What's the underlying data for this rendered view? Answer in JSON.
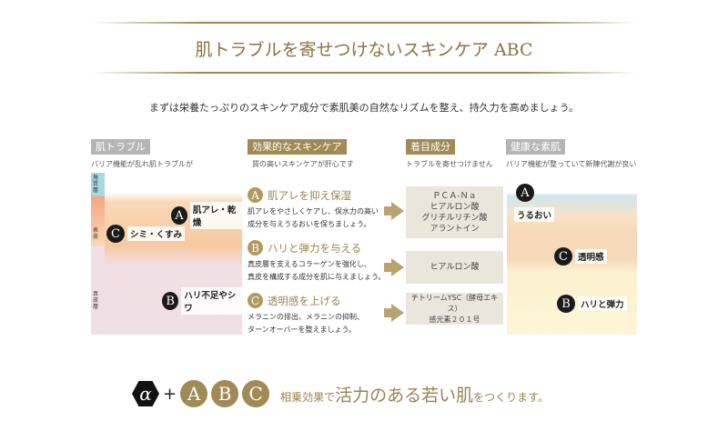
{
  "header": {
    "title": "肌トラブルを寄せつけないスキンケア ABC",
    "subtitle": "まずは栄養たっぷりのスキンケア成分で素肌美の自然なリズムを整え、持久力を高めましょう。"
  },
  "columns": [
    {
      "tag": "肌トラブル",
      "caption": "バリア機能が乱れ肌トラブルが"
    },
    {
      "tag": "効果的なスキンケア",
      "caption": "質の高いスキンケアが肝心です"
    },
    {
      "tag": "着目成分",
      "caption": "トラブルを寄せつけません"
    },
    {
      "tag": "健康な素肌",
      "caption": "バリア機能が整っていて新陳代謝が良い"
    }
  ],
  "trouble": {
    "layers": [
      "角質層",
      "表皮",
      "真皮層"
    ],
    "labels": [
      {
        "letter": "A",
        "text": "肌アレ・乾燥"
      },
      {
        "letter": "C",
        "text": "シミ・くすみ"
      },
      {
        "letter": "B",
        "text": "ハリ不足やシワ"
      }
    ]
  },
  "care": [
    {
      "letter": "A",
      "title": "肌アレを抑え保湿",
      "lines": [
        "肌アレをやさしくケアし、保水力の高い",
        "成分を与えうるおいを保ちましょう。"
      ],
      "ingredients": [
        "ＰＣＡ-Ｎａ",
        "ヒアルロン酸",
        "グリチルリチン酸",
        "アラントイン"
      ]
    },
    {
      "letter": "B",
      "title": "ハリと弾力を与える",
      "lines": [
        "真皮層を支えるコラーゲンを強化し、",
        "真皮を構成する成分を肌に与えましょう。"
      ],
      "ingredients": [
        "ヒアルロン酸"
      ]
    },
    {
      "letter": "C",
      "title": "透明感を上げる",
      "lines": [
        "メラニンの排出、メラニンの抑制、",
        "ターンオーバーを整えましょう。"
      ],
      "ingredients": [
        "チトリームYSC（酵母エキス）",
        "感光素２０１号"
      ]
    }
  ],
  "healthy": {
    "labels": [
      {
        "letter": "A",
        "text": "うるおい"
      },
      {
        "letter": "C",
        "text": "透明感"
      },
      {
        "letter": "B",
        "text": "ハリと弾力"
      }
    ]
  },
  "footer": {
    "alpha": "α",
    "plus": "+",
    "letters": [
      "A",
      "B",
      "C"
    ],
    "pre": "相乗効果で",
    "main": "活力のある若い肌",
    "post": "をつくります。"
  },
  "colors": {
    "gold": "#a08a55",
    "gray": "#b5b5b5",
    "box": "#ebe6dc"
  }
}
